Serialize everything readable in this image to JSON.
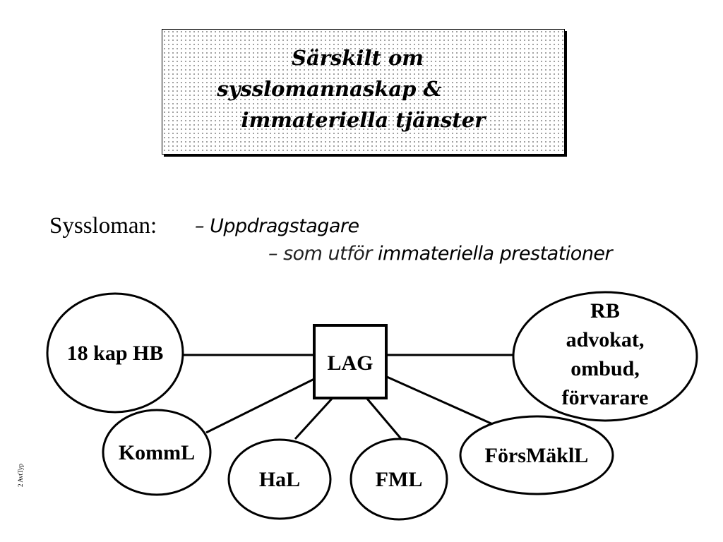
{
  "title": {
    "line1": "Särskilt om",
    "line2": "sysslomannaskap &",
    "line3": "immateriella tjänster"
  },
  "intro": {
    "label": "Syssloman:",
    "role": "– Uppdragstagare",
    "desc_prefix": "– som utför ",
    "desc_main": "immateriella prestationer"
  },
  "side_label": "2 AvtTyp",
  "diagram": {
    "center": "LAG",
    "hb": "18 kap HB",
    "rb_lines": [
      "RB",
      "advokat,",
      "ombud,",
      "förvarare"
    ],
    "komml": "KommL",
    "hal": "HaL",
    "fml": "FML",
    "forsmakll": "FörsMäklL"
  }
}
